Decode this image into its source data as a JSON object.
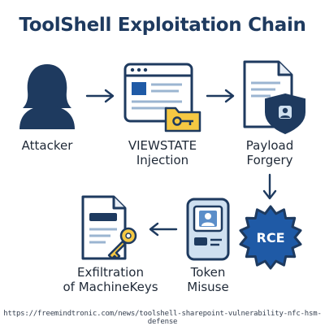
{
  "title": "ToolShell Exploitation Chain",
  "steps": [
    {
      "label": "Attacker",
      "icon": "attacker-silhouette-icon"
    },
    {
      "line1": "VIEWSTATE",
      "line2": "Injection",
      "icon": "browser-with-key-folder-icon"
    },
    {
      "line1": "Payload",
      "line2": "Forgery",
      "icon": "document-with-shield-icon"
    },
    {
      "label": "RCE",
      "icon": "rce-starburst-badge"
    },
    {
      "line1": "Token",
      "line2": "Misuse",
      "icon": "token-card-icon"
    },
    {
      "line1": "Exfiltration",
      "line2": "of MachineKeys",
      "icon": "document-with-key-icon"
    }
  ],
  "source_url": "https://freemindtronic.com/news/toolshell-sharepoint-vulnerability-nfc-hsm-defense",
  "colors": {
    "dark_navy": "#1e3a5f",
    "light_blue": "#cfe0f0",
    "accent_yellow": "#f5c842",
    "rce_blue": "#1f5aa6"
  }
}
